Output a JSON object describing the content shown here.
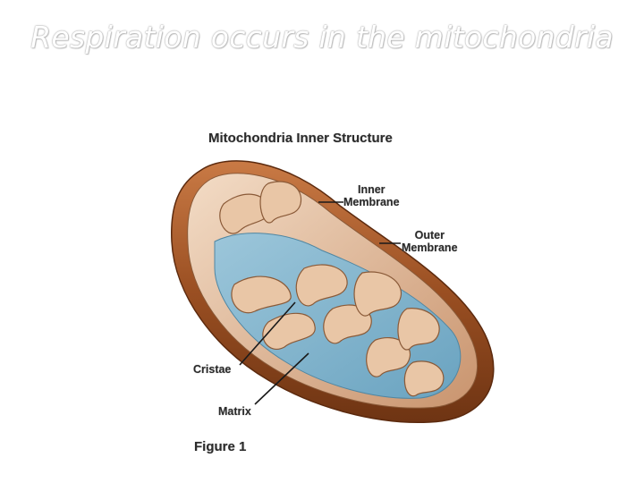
{
  "slide": {
    "title": "Respiration occurs in the mitochondria"
  },
  "figure": {
    "title": "Mitochondria Inner Structure",
    "caption": "Figure 1",
    "labels": {
      "inner_line1": "Inner",
      "inner_line2": "Membrane",
      "outer_line1": "Outer",
      "outer_line2": "Membrane",
      "cristae": "Cristae",
      "matrix": "Matrix"
    }
  },
  "colors": {
    "outer_membrane": "#9a4f22",
    "inner_membrane": "#e8c3a2",
    "matrix": "#7fb3cd"
  }
}
